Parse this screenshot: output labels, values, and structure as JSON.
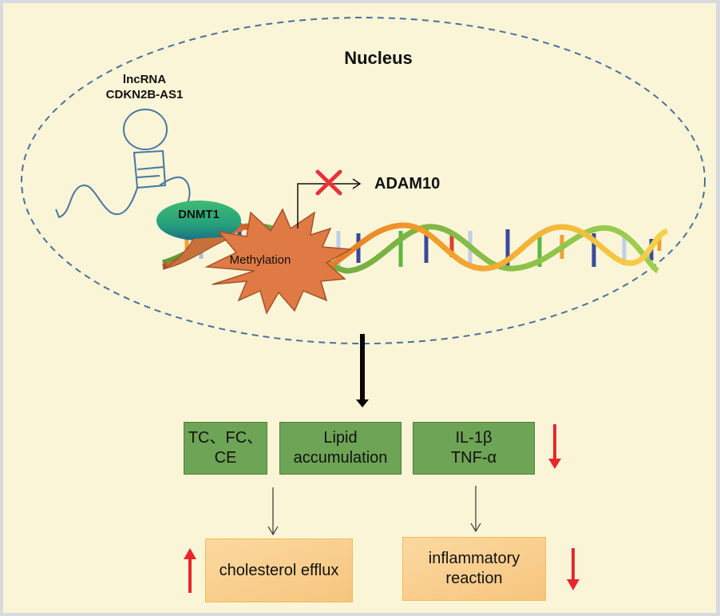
{
  "nucleus": {
    "label": "Nucleus",
    "border_color": "#4a7199"
  },
  "lncrna": {
    "line1": "lncRNA",
    "line2": "CDKN2B-AS1",
    "color": "#4a76a0"
  },
  "dnmt1": {
    "label": "DNMT1",
    "color": "#2fae72"
  },
  "methylation": {
    "label": "Methylation",
    "color": "#e07a45"
  },
  "gene": {
    "label": "ADAM10",
    "blocked_icon": "red-x-icon",
    "x_color": "#e8323a"
  },
  "effects": [
    {
      "label": "TC、FC、\nCE"
    },
    {
      "label": "Lipid\naccumulation"
    },
    {
      "label": "IL-1β\nTNF-α",
      "trend": "down"
    }
  ],
  "outcomes": [
    {
      "label": "cholesterol efflux",
      "trend": "up"
    },
    {
      "label": "inflammatory\nreaction",
      "trend": "down"
    }
  ],
  "colors": {
    "background": "#fbf5d8",
    "effect_box": "#6ea455",
    "outcome_box": "#f8c987",
    "trend_arrow": "#e8262e"
  }
}
